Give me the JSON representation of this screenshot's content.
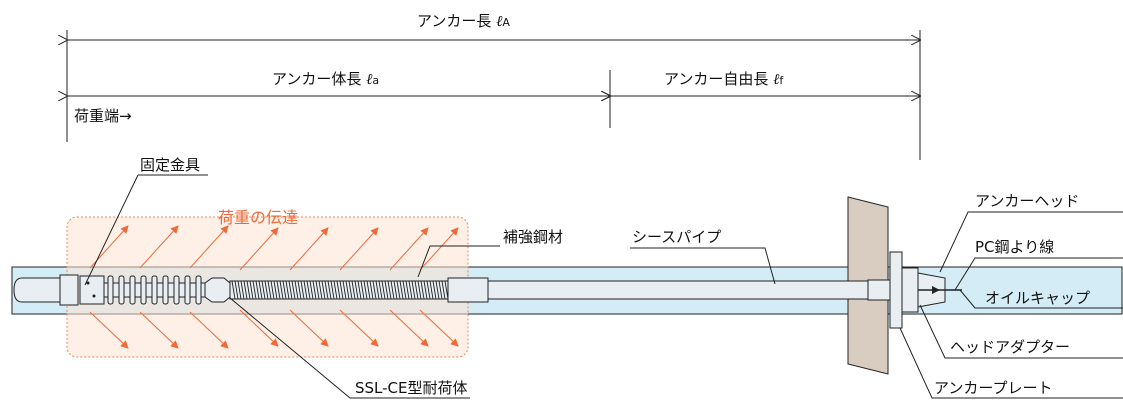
{
  "labels": {
    "anchor_length": "アンカー長 ",
    "anchor_length_symbol": "ℓ",
    "anchor_length_sub": "A",
    "anchor_body_length": "アンカー体長 ",
    "anchor_body_symbol": "ℓ",
    "anchor_body_sub": "a",
    "anchor_free_length": "アンカー自由長 ",
    "anchor_free_symbol": "ℓ",
    "anchor_free_sub": "f",
    "load_end": "荷重端",
    "load_end_arrow": "→",
    "fixing_fitting": "固定金具",
    "load_transfer": "荷重の伝達",
    "reinforcing_steel": "補強鋼材",
    "sheath_pipe": "シースパイプ",
    "anchor_head": "アンカーヘッド",
    "pc_strand": "PC鋼より線",
    "oil_cap": "オイルキャップ",
    "head_adapter": "ヘッドアダプター",
    "anchor_plate": "アンカープレート",
    "ssl_ce_body": "SSL-CE型耐荷体"
  },
  "colors": {
    "borehole_fill": "#d3ecf5",
    "load_zone_fill": "#fde3d4",
    "load_zone_border": "#ee8a5a",
    "force_arrow": "#ee6a3a",
    "wall_fill": "#d9ccc0",
    "steel_fill": "#e8eef2",
    "line": "#222222"
  }
}
